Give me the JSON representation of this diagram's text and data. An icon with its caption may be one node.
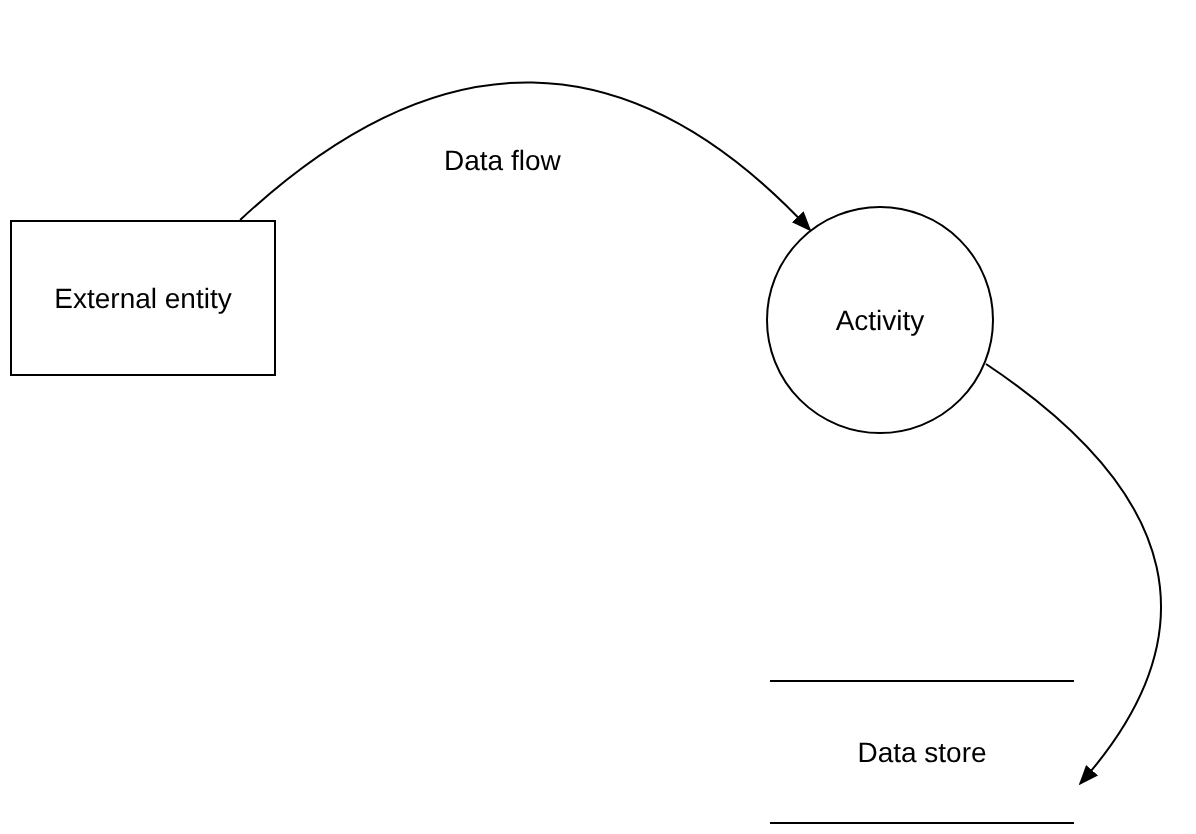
{
  "diagram": {
    "nodes": [
      {
        "text": [
          "External entity"
        ]
      },
      {
        "text": [
          "Activity"
        ]
      },
      {
        "text": [
          "Data store"
        ]
      }
    ],
    "edges": [
      {
        "from": 0,
        "to": 1,
        "arrow": "to",
        "label": "Data flow"
      },
      {
        "from": 1,
        "to": 2,
        "arrow": "to"
      }
    ]
  }
}
